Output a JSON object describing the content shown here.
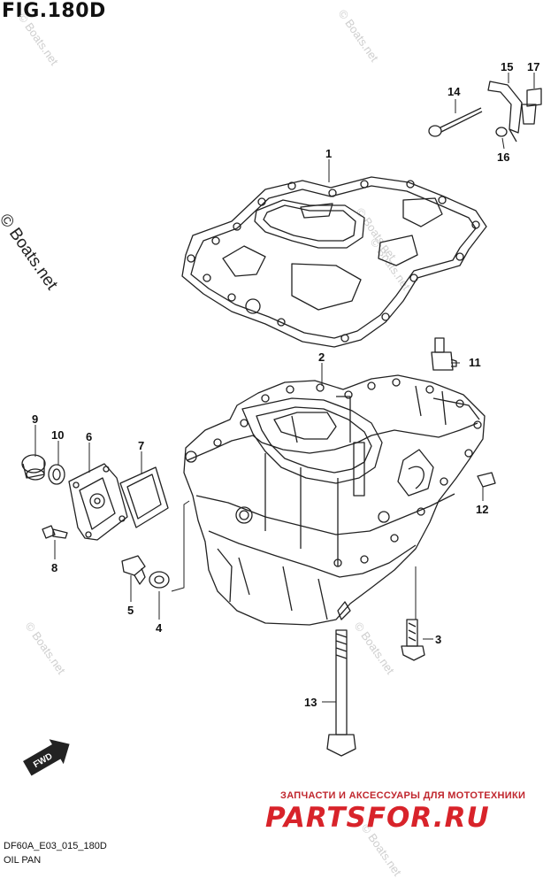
{
  "figure": {
    "title": "FIG.180D",
    "model_code": "DF60A_E03_015_180D",
    "caption": "OIL PAN"
  },
  "watermark": {
    "copyright_text": "© Boats.net",
    "faint_text": "© Boats.net"
  },
  "shop_banner": {
    "line": "ЗАПЧАСТИ И АКСЕССУАРЫ ДЛЯ МОТОТЕХНИКИ",
    "logo": "PARTSFOR.RU",
    "color": "#d8232a"
  },
  "fwd_label": "FWD",
  "callouts": [
    "1",
    "2",
    "3",
    "4",
    "5",
    "6",
    "7",
    "8",
    "9",
    "10",
    "11",
    "12",
    "13",
    "14",
    "15",
    "16",
    "17"
  ]
}
